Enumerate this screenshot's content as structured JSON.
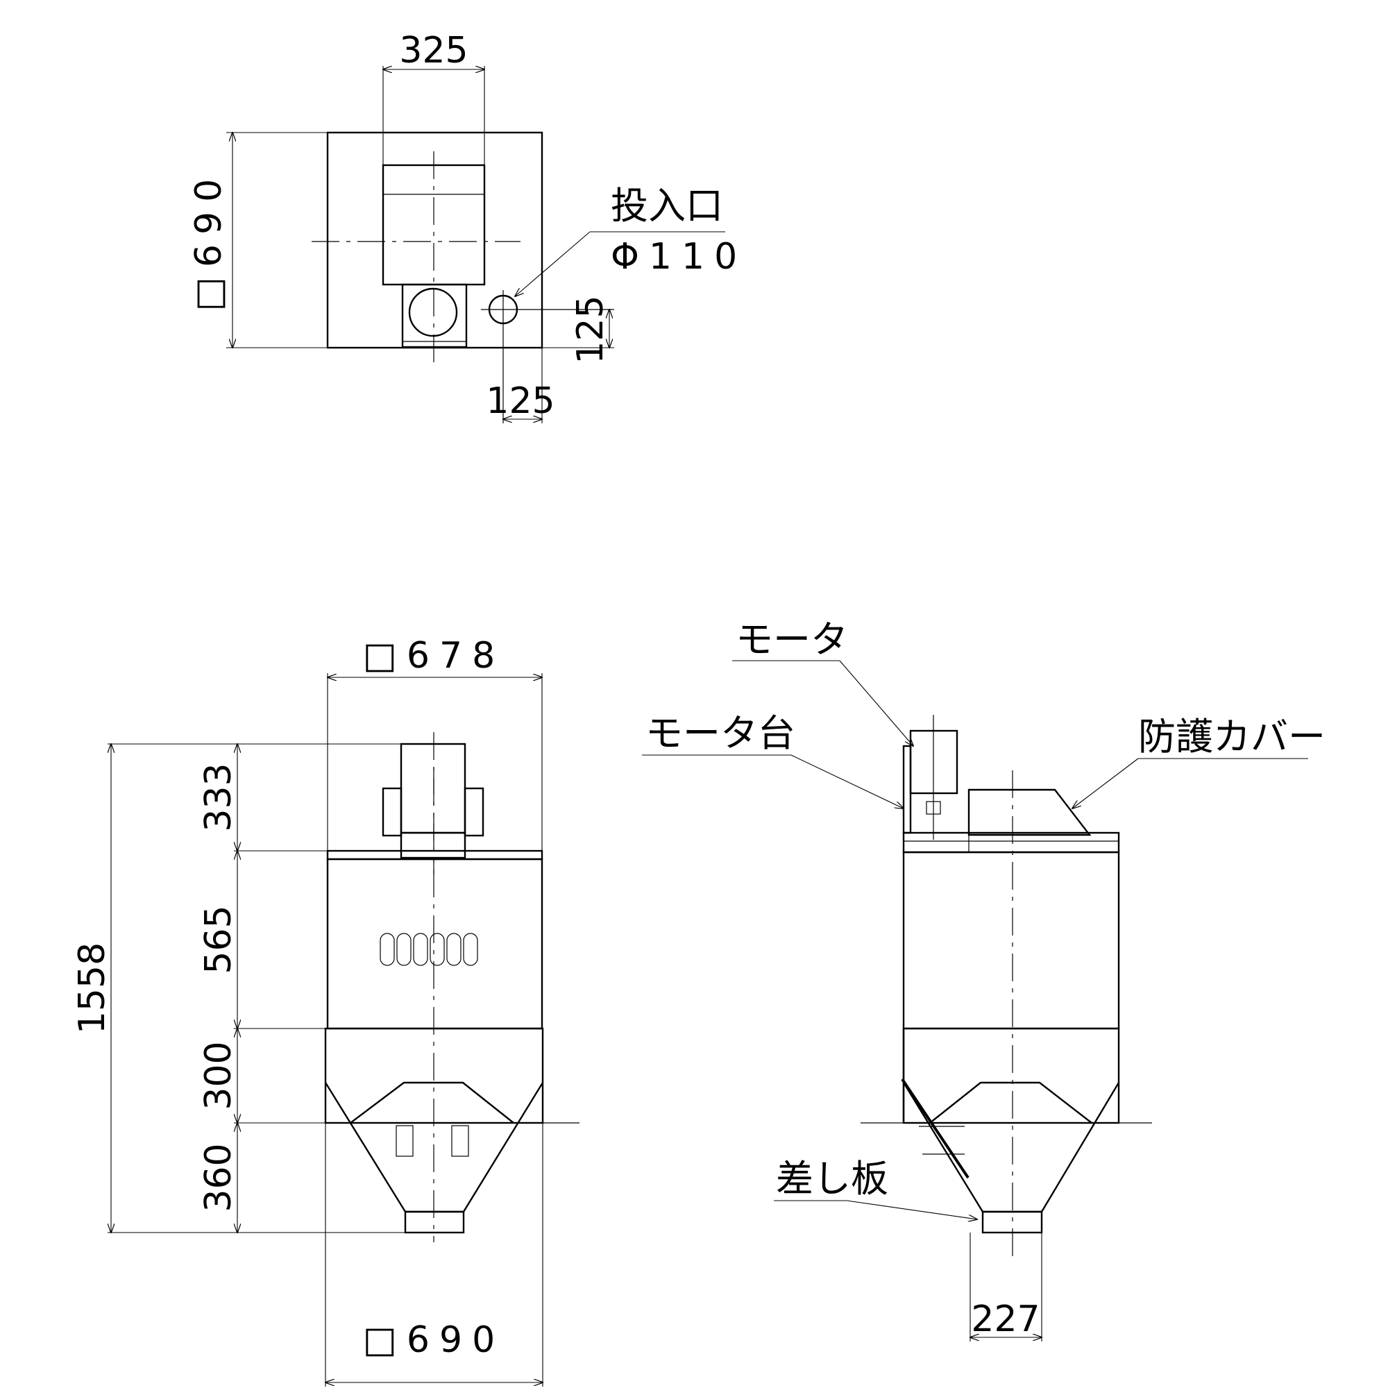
{
  "drawing": {
    "top_view": {
      "dim_width_top": "325",
      "dim_height_left": "□690",
      "callout_label": "投入口",
      "callout_size": "Φ110",
      "dim_offset_vertical": "125",
      "dim_offset_horizontal": "125"
    },
    "front_view": {
      "dim_top": "□678",
      "dim_bottom": "□690",
      "dim_total_height": "1558",
      "dim_segment_1": "333",
      "dim_segment_2": "565",
      "dim_segment_3": "300",
      "dim_segment_4": "360"
    },
    "side_view": {
      "label_motor": "モータ",
      "label_motor_base": "モータ台",
      "label_cover": "防護カバー",
      "label_slide_plate": "差し板",
      "dim_outlet": "227"
    }
  }
}
